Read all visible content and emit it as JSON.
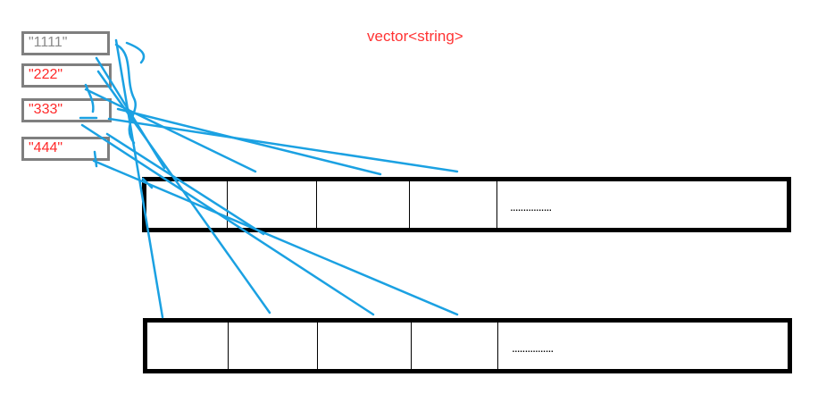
{
  "title": "vector<string>",
  "strings": [
    {
      "text": "\"1111\""
    },
    {
      "text": "\"222\""
    },
    {
      "text": "\"333\""
    },
    {
      "text": "\"444\""
    }
  ],
  "arrays": [
    {
      "ellipsis": "................"
    },
    {
      "ellipsis": "................"
    }
  ],
  "colors": {
    "title": "#ff3333",
    "string_text_first": "#8a8a8a",
    "string_text": "#ff2a2a",
    "string_border": "#7f7f7f",
    "array_border": "#000000",
    "link_line": "#1ba1e2"
  }
}
